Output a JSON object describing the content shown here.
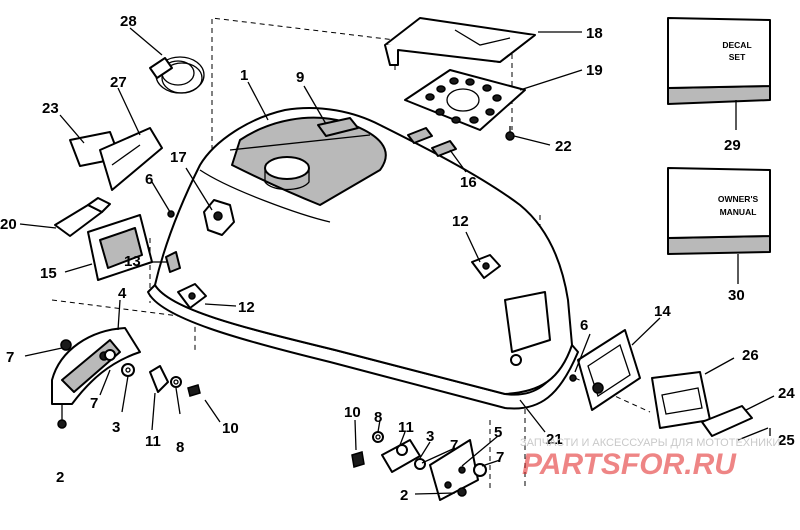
{
  "callouts": {
    "c1": "1",
    "c2a": "2",
    "c2b": "2",
    "c3a": "3",
    "c3b": "3",
    "c4": "4",
    "c5": "5",
    "c6a": "6",
    "c6b": "6",
    "c7a": "7",
    "c7b": "7",
    "c7c": "7",
    "c7d": "7",
    "c8a": "8",
    "c8b": "8",
    "c9": "9",
    "c10a": "10",
    "c10b": "10",
    "c11a": "11",
    "c11b": "11",
    "c12a": "12",
    "c12b": "12",
    "c13": "13",
    "c14": "14",
    "c15": "15",
    "c16": "16",
    "c17": "17",
    "c18": "18",
    "c19": "19",
    "c20": "20",
    "c21": "21",
    "c22": "22",
    "c23": "23",
    "c24": "24",
    "c25": "25",
    "c26": "26",
    "c27": "27",
    "c28": "28",
    "c29": "29",
    "c30": "30"
  },
  "boxes": {
    "decal_line1": "DECAL",
    "decal_line2": "SET",
    "manual_line1": "OWNER'S",
    "manual_line2": "MANUAL"
  },
  "watermark": {
    "caption": "ЗАПЧАСТИ И АКСЕССУАРЫ ДЛЯ МОТОТЕХНИКИ",
    "brand": "PARTSFOR.RU"
  }
}
